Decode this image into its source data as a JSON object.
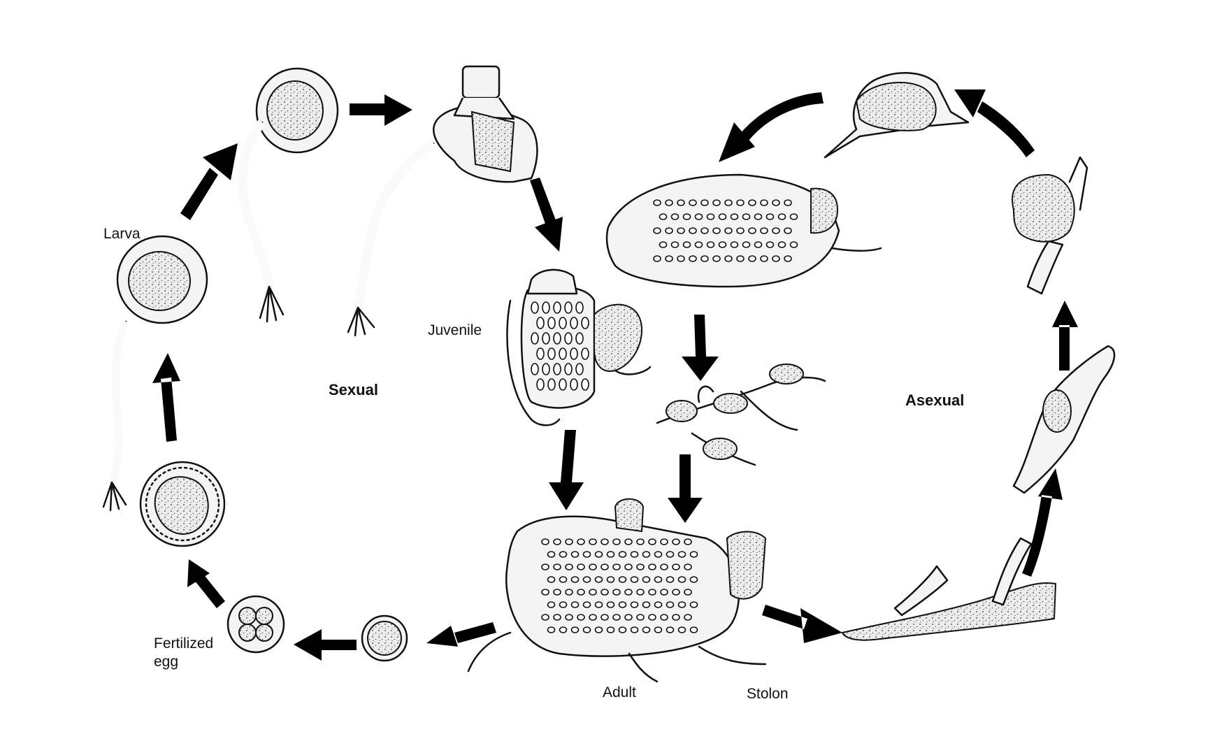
{
  "labels": {
    "larva": "Larva",
    "juvenile": "Juvenile",
    "sexual": "Sexual",
    "asexual": "Asexual",
    "fertilized_egg": "Fertilized\negg",
    "adult": "Adult",
    "stolon": "Stolon"
  },
  "colors": {
    "ink": "#111111",
    "background": "#ffffff",
    "arrow": "#000000"
  }
}
